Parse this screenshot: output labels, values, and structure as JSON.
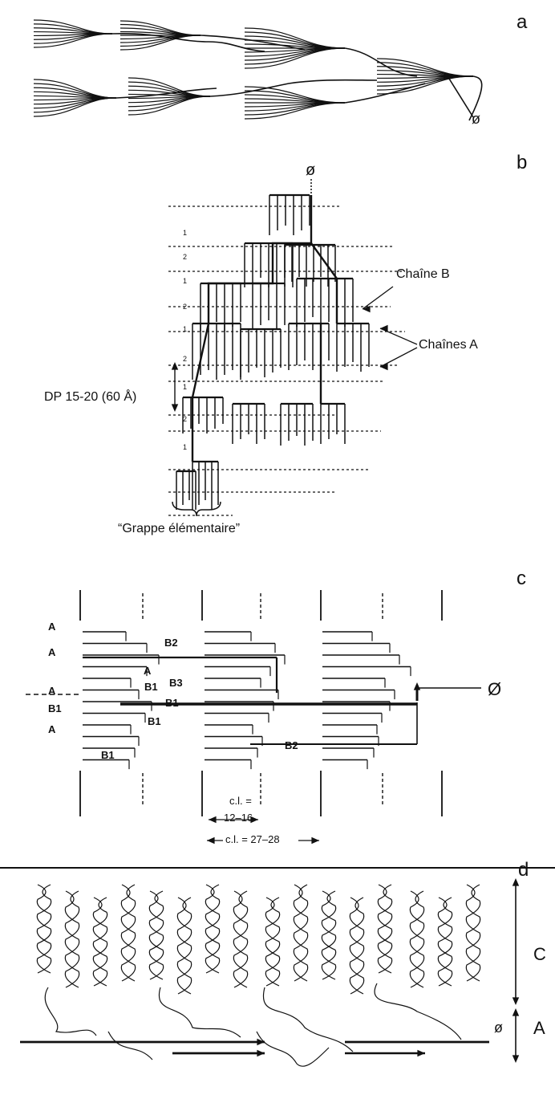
{
  "panels": {
    "a": {
      "letter": "a",
      "root_symbol": "ø"
    },
    "b": {
      "letter": "b",
      "root_symbol": "ø",
      "chain_b_label": "Chaîne B",
      "chain_a_label": "Chaînes A",
      "dp_label": "DP 15-20 (60 Å)",
      "cluster_label": "“Grappe élémentaire”",
      "row_marks": [
        "1",
        "2",
        "1",
        "2",
        "1",
        "2",
        "1",
        "2",
        "1"
      ]
    },
    "c": {
      "letter": "c",
      "root_symbol": "Ø",
      "chain_labels": [
        "A",
        "A",
        "A",
        "B1",
        "A",
        "B1",
        "B2",
        "B3",
        "B1",
        "A",
        "B1",
        "B2"
      ],
      "cl_short_1": "c.l. =",
      "cl_short_2": "12–16",
      "cl_long": "c.l. = 27–28"
    },
    "d": {
      "letter": "d",
      "root_symbol": "ø",
      "crystalline_label": "C",
      "amorphous_label": "A"
    }
  }
}
